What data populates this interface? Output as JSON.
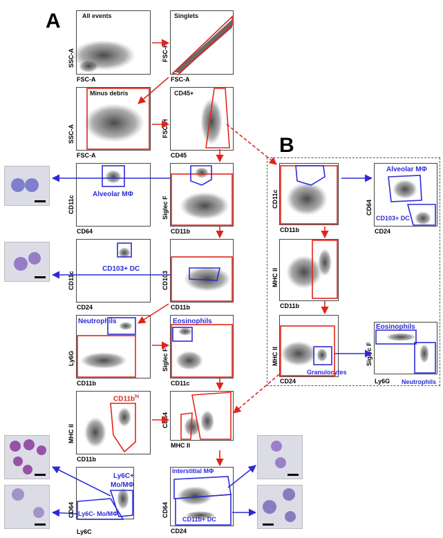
{
  "panels": {
    "a": "A",
    "b": "B"
  },
  "colors": {
    "gate_red": "#e0241b",
    "gate_blue": "#2b2bd6",
    "frame": "#444444"
  },
  "plots": {
    "all_events": {
      "title": "All events",
      "x": "FSC-A",
      "y": "SSC-A"
    },
    "singlets": {
      "title": "Singlets",
      "x": "FSC-A",
      "y": "FSC-H"
    },
    "minus_debris": {
      "title": "Minus debris",
      "x": "FSC-A",
      "y": "SSC-A"
    },
    "cd45": {
      "title": "CD45+",
      "x": "CD45",
      "y": "FSC-H"
    },
    "alv_cd11c_cd64": {
      "x": "CD64",
      "y": "CD11c",
      "gate": "Alveolar MΦ"
    },
    "siglecf_cd11b": {
      "x": "CD11b",
      "y": "Siglec F"
    },
    "cd103_dc": {
      "x": "CD24",
      "y": "CD11c",
      "gate": "CD103+ DC"
    },
    "cd103_cd11b": {
      "x": "CD11b",
      "y": "CD103"
    },
    "neutrophils": {
      "title": "Neutrophils",
      "x": "CD11b",
      "y": "Ly6G"
    },
    "eosinophils": {
      "title": "Eosinophils",
      "x": "CD11c",
      "y": "Siglec F"
    },
    "mhc_cd11b": {
      "x": "CD11b",
      "y": "MHC II",
      "gate": "CD11b",
      "gate_sup": "hi"
    },
    "cd64_mhc": {
      "x": "MHC II",
      "y": "CD64"
    },
    "ly6c": {
      "x": "Ly6C",
      "y": "CD64",
      "gate1a": "Ly6C+",
      "gate1b": "Mo/MΦ",
      "gate2": "Ly6C- Mo/MΦ"
    },
    "interstitial": {
      "x": "CD24",
      "y": "CD64",
      "gate1": "Interstitial  MΦ",
      "gate2": "CD11b+ DC"
    },
    "b1": {
      "x": "CD11b",
      "y": "CD11c"
    },
    "b1r": {
      "x": "CD24",
      "y": "CD64",
      "gate1": "Alveolar MΦ",
      "gate2": "CD103+ DC"
    },
    "b2": {
      "x": "CD11b",
      "y": "MHC II"
    },
    "b3": {
      "x": "CD24",
      "y": "MHC II",
      "gate": "Granulocytes"
    },
    "b3r": {
      "x": "Ly6G",
      "y": "Siglec F",
      "gate1": "Eosinophils",
      "gate2": "Neutrophils"
    }
  }
}
